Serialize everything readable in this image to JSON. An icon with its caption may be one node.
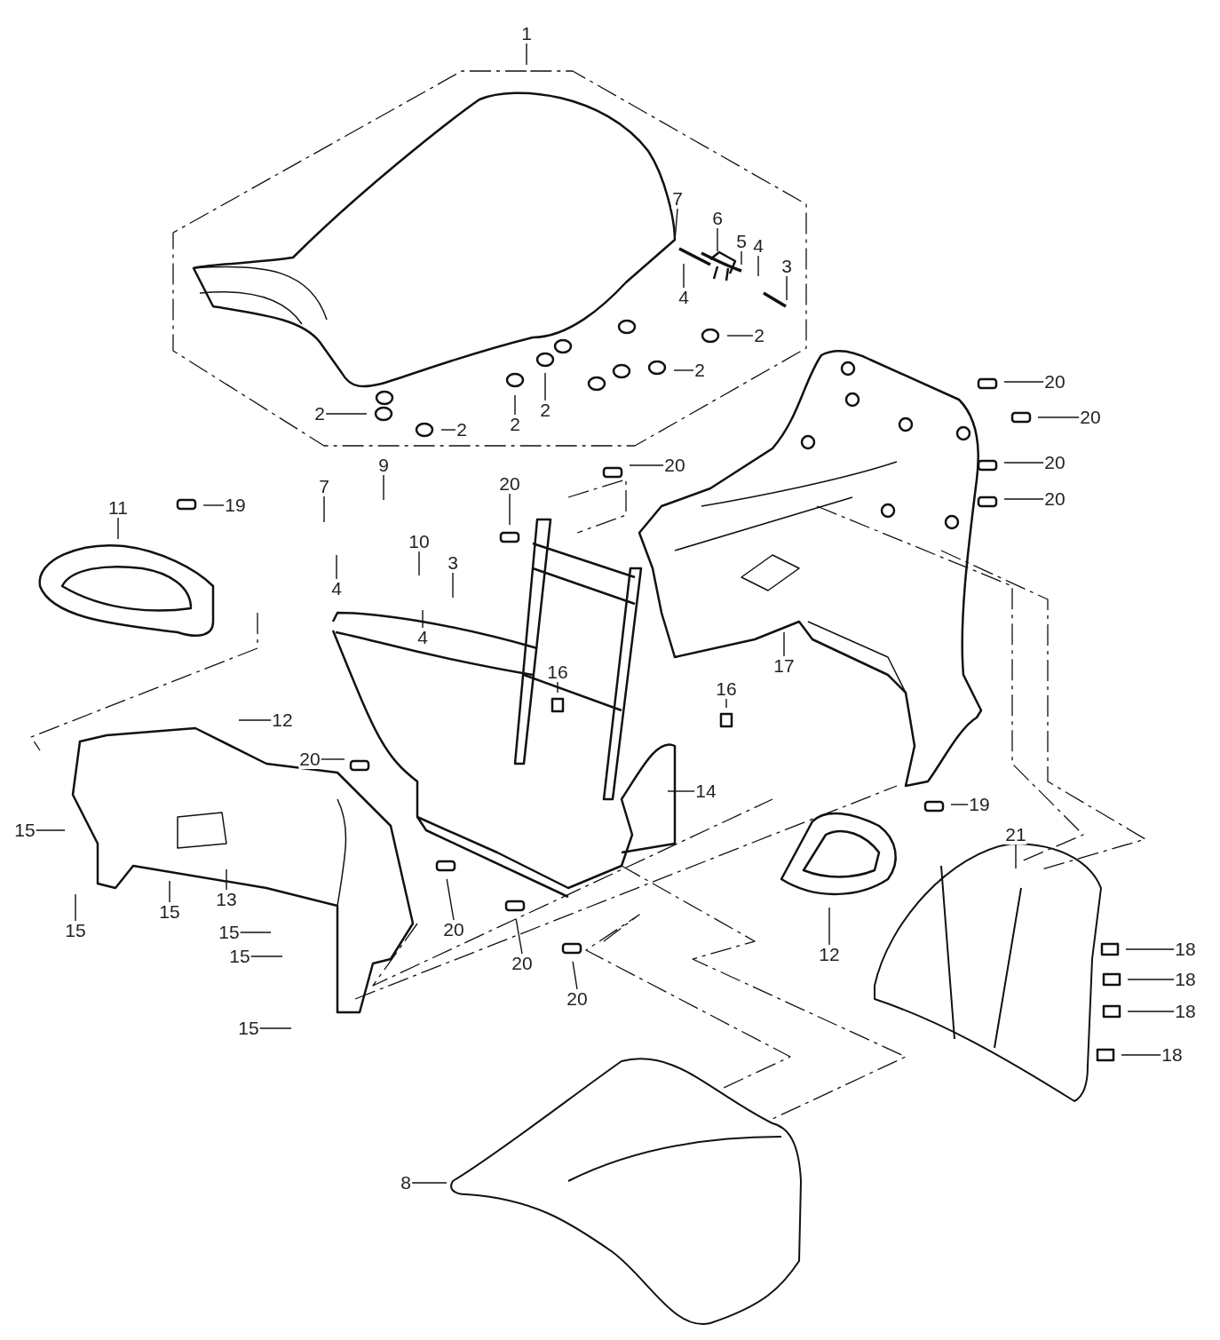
{
  "diagram": {
    "nodes": [
      {
        "text": [
          "1"
        ]
      },
      {
        "text": [
          "7"
        ]
      },
      {
        "text": [
          "6"
        ]
      },
      {
        "text": [
          "5"
        ]
      },
      {
        "text": [
          "4"
        ]
      },
      {
        "text": [
          "3"
        ]
      },
      {
        "text": [
          "4"
        ]
      },
      {
        "text": [
          "2"
        ]
      },
      {
        "text": [
          "2"
        ]
      },
      {
        "text": [
          "2"
        ]
      },
      {
        "text": [
          "2"
        ]
      },
      {
        "text": [
          "2"
        ]
      },
      {
        "text": [
          "2"
        ]
      },
      {
        "text": [
          "20"
        ]
      },
      {
        "text": [
          "20"
        ]
      },
      {
        "text": [
          "20"
        ]
      },
      {
        "text": [
          "20"
        ]
      },
      {
        "text": [
          "9"
        ]
      },
      {
        "text": [
          "7"
        ]
      },
      {
        "text": [
          "20"
        ]
      },
      {
        "text": [
          "20"
        ]
      },
      {
        "text": [
          "11"
        ]
      },
      {
        "text": [
          "19"
        ]
      },
      {
        "text": [
          "10"
        ]
      },
      {
        "text": [
          "3"
        ]
      },
      {
        "text": [
          "4"
        ]
      },
      {
        "text": [
          "4"
        ]
      },
      {
        "text": [
          "17"
        ]
      },
      {
        "text": [
          "16"
        ]
      },
      {
        "text": [
          "16"
        ]
      },
      {
        "text": [
          "12"
        ]
      },
      {
        "text": [
          "14"
        ]
      },
      {
        "text": [
          "20"
        ]
      },
      {
        "text": [
          "19"
        ]
      },
      {
        "text": [
          "21"
        ]
      },
      {
        "text": [
          "15"
        ]
      },
      {
        "text": [
          "13"
        ]
      },
      {
        "text": [
          "15"
        ]
      },
      {
        "text": [
          "15"
        ]
      },
      {
        "text": [
          "15"
        ]
      },
      {
        "text": [
          "15"
        ]
      },
      {
        "text": [
          "15"
        ]
      },
      {
        "text": [
          "12"
        ]
      },
      {
        "text": [
          "20"
        ]
      },
      {
        "text": [
          "20"
        ]
      },
      {
        "text": [
          "20"
        ]
      },
      {
        "text": [
          "18"
        ]
      },
      {
        "text": [
          "18"
        ]
      },
      {
        "text": [
          "18"
        ]
      },
      {
        "text": [
          "18"
        ]
      },
      {
        "text": [
          "8"
        ]
      }
    ],
    "edges": [
      {
        "from": 0,
        "to": null,
        "arrow": "none"
      },
      {
        "from": 1,
        "to": null,
        "arrow": "none"
      },
      {
        "from": 2,
        "to": null,
        "arrow": "none"
      },
      {
        "from": 3,
        "to": null,
        "arrow": "none"
      },
      {
        "from": 4,
        "to": null,
        "arrow": "none"
      },
      {
        "from": 5,
        "to": null,
        "arrow": "none"
      },
      {
        "from": 6,
        "to": null,
        "arrow": "none"
      },
      {
        "from": 7,
        "to": null,
        "arrow": "none"
      },
      {
        "from": 8,
        "to": null,
        "arrow": "none"
      },
      {
        "from": 9,
        "to": null,
        "arrow": "none"
      },
      {
        "from": 10,
        "to": null,
        "arrow": "none"
      },
      {
        "from": 11,
        "to": null,
        "arrow": "none"
      },
      {
        "from": 12,
        "to": null,
        "arrow": "none"
      },
      {
        "from": 13,
        "to": null,
        "arrow": "none"
      },
      {
        "from": 14,
        "to": null,
        "arrow": "none"
      },
      {
        "from": 15,
        "to": null,
        "arrow": "none"
      },
      {
        "from": 16,
        "to": null,
        "arrow": "none"
      },
      {
        "from": 17,
        "to": null,
        "arrow": "none"
      },
      {
        "from": 18,
        "to": null,
        "arrow": "none"
      },
      {
        "from": 19,
        "to": null,
        "arrow": "none"
      },
      {
        "from": 20,
        "to": null,
        "arrow": "none"
      },
      {
        "from": 21,
        "to": null,
        "arrow": "none"
      },
      {
        "from": 22,
        "to": null,
        "arrow": "none"
      },
      {
        "from": 23,
        "to": null,
        "arrow": "none"
      },
      {
        "from": 24,
        "to": null,
        "arrow": "none"
      },
      {
        "from": 25,
        "to": null,
        "arrow": "none"
      },
      {
        "from": 26,
        "to": null,
        "arrow": "none"
      },
      {
        "from": 27,
        "to": null,
        "arrow": "none"
      },
      {
        "from": 28,
        "to": null,
        "arrow": "none"
      },
      {
        "from": 29,
        "to": null,
        "arrow": "none"
      },
      {
        "from": 30,
        "to": null,
        "arrow": "none"
      },
      {
        "from": 31,
        "to": null,
        "arrow": "none"
      },
      {
        "from": 32,
        "to": null,
        "arrow": "none"
      },
      {
        "from": 33,
        "to": null,
        "arrow": "none"
      },
      {
        "from": 34,
        "to": null,
        "arrow": "none"
      },
      {
        "from": 35,
        "to": null,
        "arrow": "none"
      },
      {
        "from": 36,
        "to": null,
        "arrow": "none"
      },
      {
        "from": 37,
        "to": null,
        "arrow": "none"
      },
      {
        "from": 38,
        "to": null,
        "arrow": "none"
      },
      {
        "from": 39,
        "to": null,
        "arrow": "none"
      },
      {
        "from": 40,
        "to": null,
        "arrow": "none"
      },
      {
        "from": 41,
        "to": null,
        "arrow": "none"
      },
      {
        "from": 42,
        "to": null,
        "arrow": "none"
      },
      {
        "from": 43,
        "to": null,
        "arrow": "none"
      },
      {
        "from": 44,
        "to": null,
        "arrow": "none"
      },
      {
        "from": 45,
        "to": null,
        "arrow": "none"
      },
      {
        "from": 46,
        "to": null,
        "arrow": "none"
      },
      {
        "from": 47,
        "to": null,
        "arrow": "none"
      },
      {
        "from": 48,
        "to": null,
        "arrow": "none"
      },
      {
        "from": 49,
        "to": null,
        "arrow": "none"
      },
      {
        "from": 50,
        "to": null,
        "arrow": "none"
      }
    ]
  }
}
